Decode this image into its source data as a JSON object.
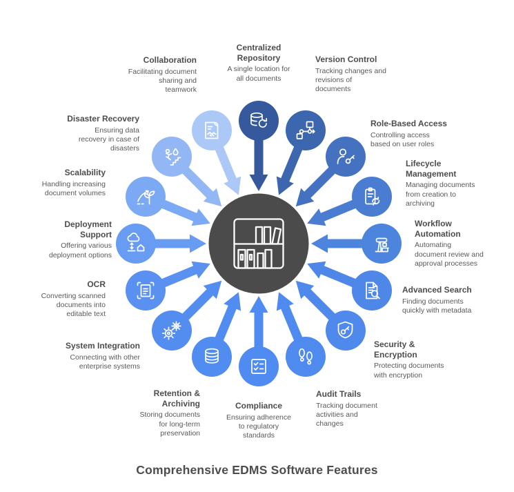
{
  "title": "Comprehensive EDMS Software Features",
  "center": {
    "icon": "bookshelf-icon",
    "color": "#4B4B4B"
  },
  "nodes": [
    {
      "title": "Centralized\nRepository",
      "description": "A single location for\nall documents",
      "icon": "database-sync-icon",
      "color": "#35599C"
    },
    {
      "title": "Version Control",
      "description": "Tracking changes and\nrevisions of\ndocuments",
      "icon": "flowchart-icon",
      "color": "#3C66AD"
    },
    {
      "title": "Role-Based Access",
      "description": "Controlling access\nbased on user roles",
      "icon": "user-key-icon",
      "color": "#4472C1"
    },
    {
      "title": "Lifecycle\nManagement",
      "description": "Managing documents\nfrom creation to\narchiving",
      "icon": "clipboard-cycle-icon",
      "color": "#4A7CD1"
    },
    {
      "title": "Workflow\nAutomation",
      "description": "Automating\ndocument review and\napproval processes",
      "icon": "robot-arm-icon",
      "color": "#4C84DE"
    },
    {
      "title": "Advanced Search",
      "description": "Finding documents\nquickly with metadata",
      "icon": "document-magnifier-icon",
      "color": "#4E87E7"
    },
    {
      "title": "Security &\nEncryption",
      "description": "Protecting documents\nwith encryption",
      "icon": "shield-key-icon",
      "color": "#4F89EC"
    },
    {
      "title": "Audit Trails",
      "description": "Tracking document\nactivities and\nchanges",
      "icon": "footprints-icon",
      "color": "#4F8AEF"
    },
    {
      "title": "Compliance",
      "description": "Ensuring adherence\nto regulatory\nstandards",
      "icon": "checklist-icon",
      "color": "#4F8BF0"
    },
    {
      "title": "Retention &\nArchiving",
      "description": "Storing documents\nfor long-term\npreservation",
      "icon": "database-stack-icon",
      "color": "#518CF0"
    },
    {
      "title": "System Integration",
      "description": "Connecting with other\nenterprise systems",
      "icon": "gears-icon",
      "color": "#548DF0"
    },
    {
      "title": "OCR",
      "description": "Converting scanned\ndocuments into\neditable text",
      "icon": "scan-document-icon",
      "color": "#5A91F1"
    },
    {
      "title": "Deployment\nSupport",
      "description": "Offering various\ndeployment options",
      "icon": "cloud-house-icon",
      "color": "#689BF2"
    },
    {
      "title": "Scalability",
      "description": "Handling increasing\ndocument volumes",
      "icon": "growth-plant-icon",
      "color": "#7CA9F3"
    },
    {
      "title": "Disaster Recovery",
      "description": "Ensuring data\nrecovery in case of\ndisasters",
      "icon": "escape-stairs-icon",
      "color": "#92B7F4"
    },
    {
      "title": "Collaboration",
      "description": "Facilitating document\nsharing and\nteamwork",
      "icon": "handshake-document-icon",
      "color": "#ABC8F7"
    }
  ],
  "text_colors": {
    "title_text": "#4d4d4d",
    "description_text": "#595959"
  }
}
